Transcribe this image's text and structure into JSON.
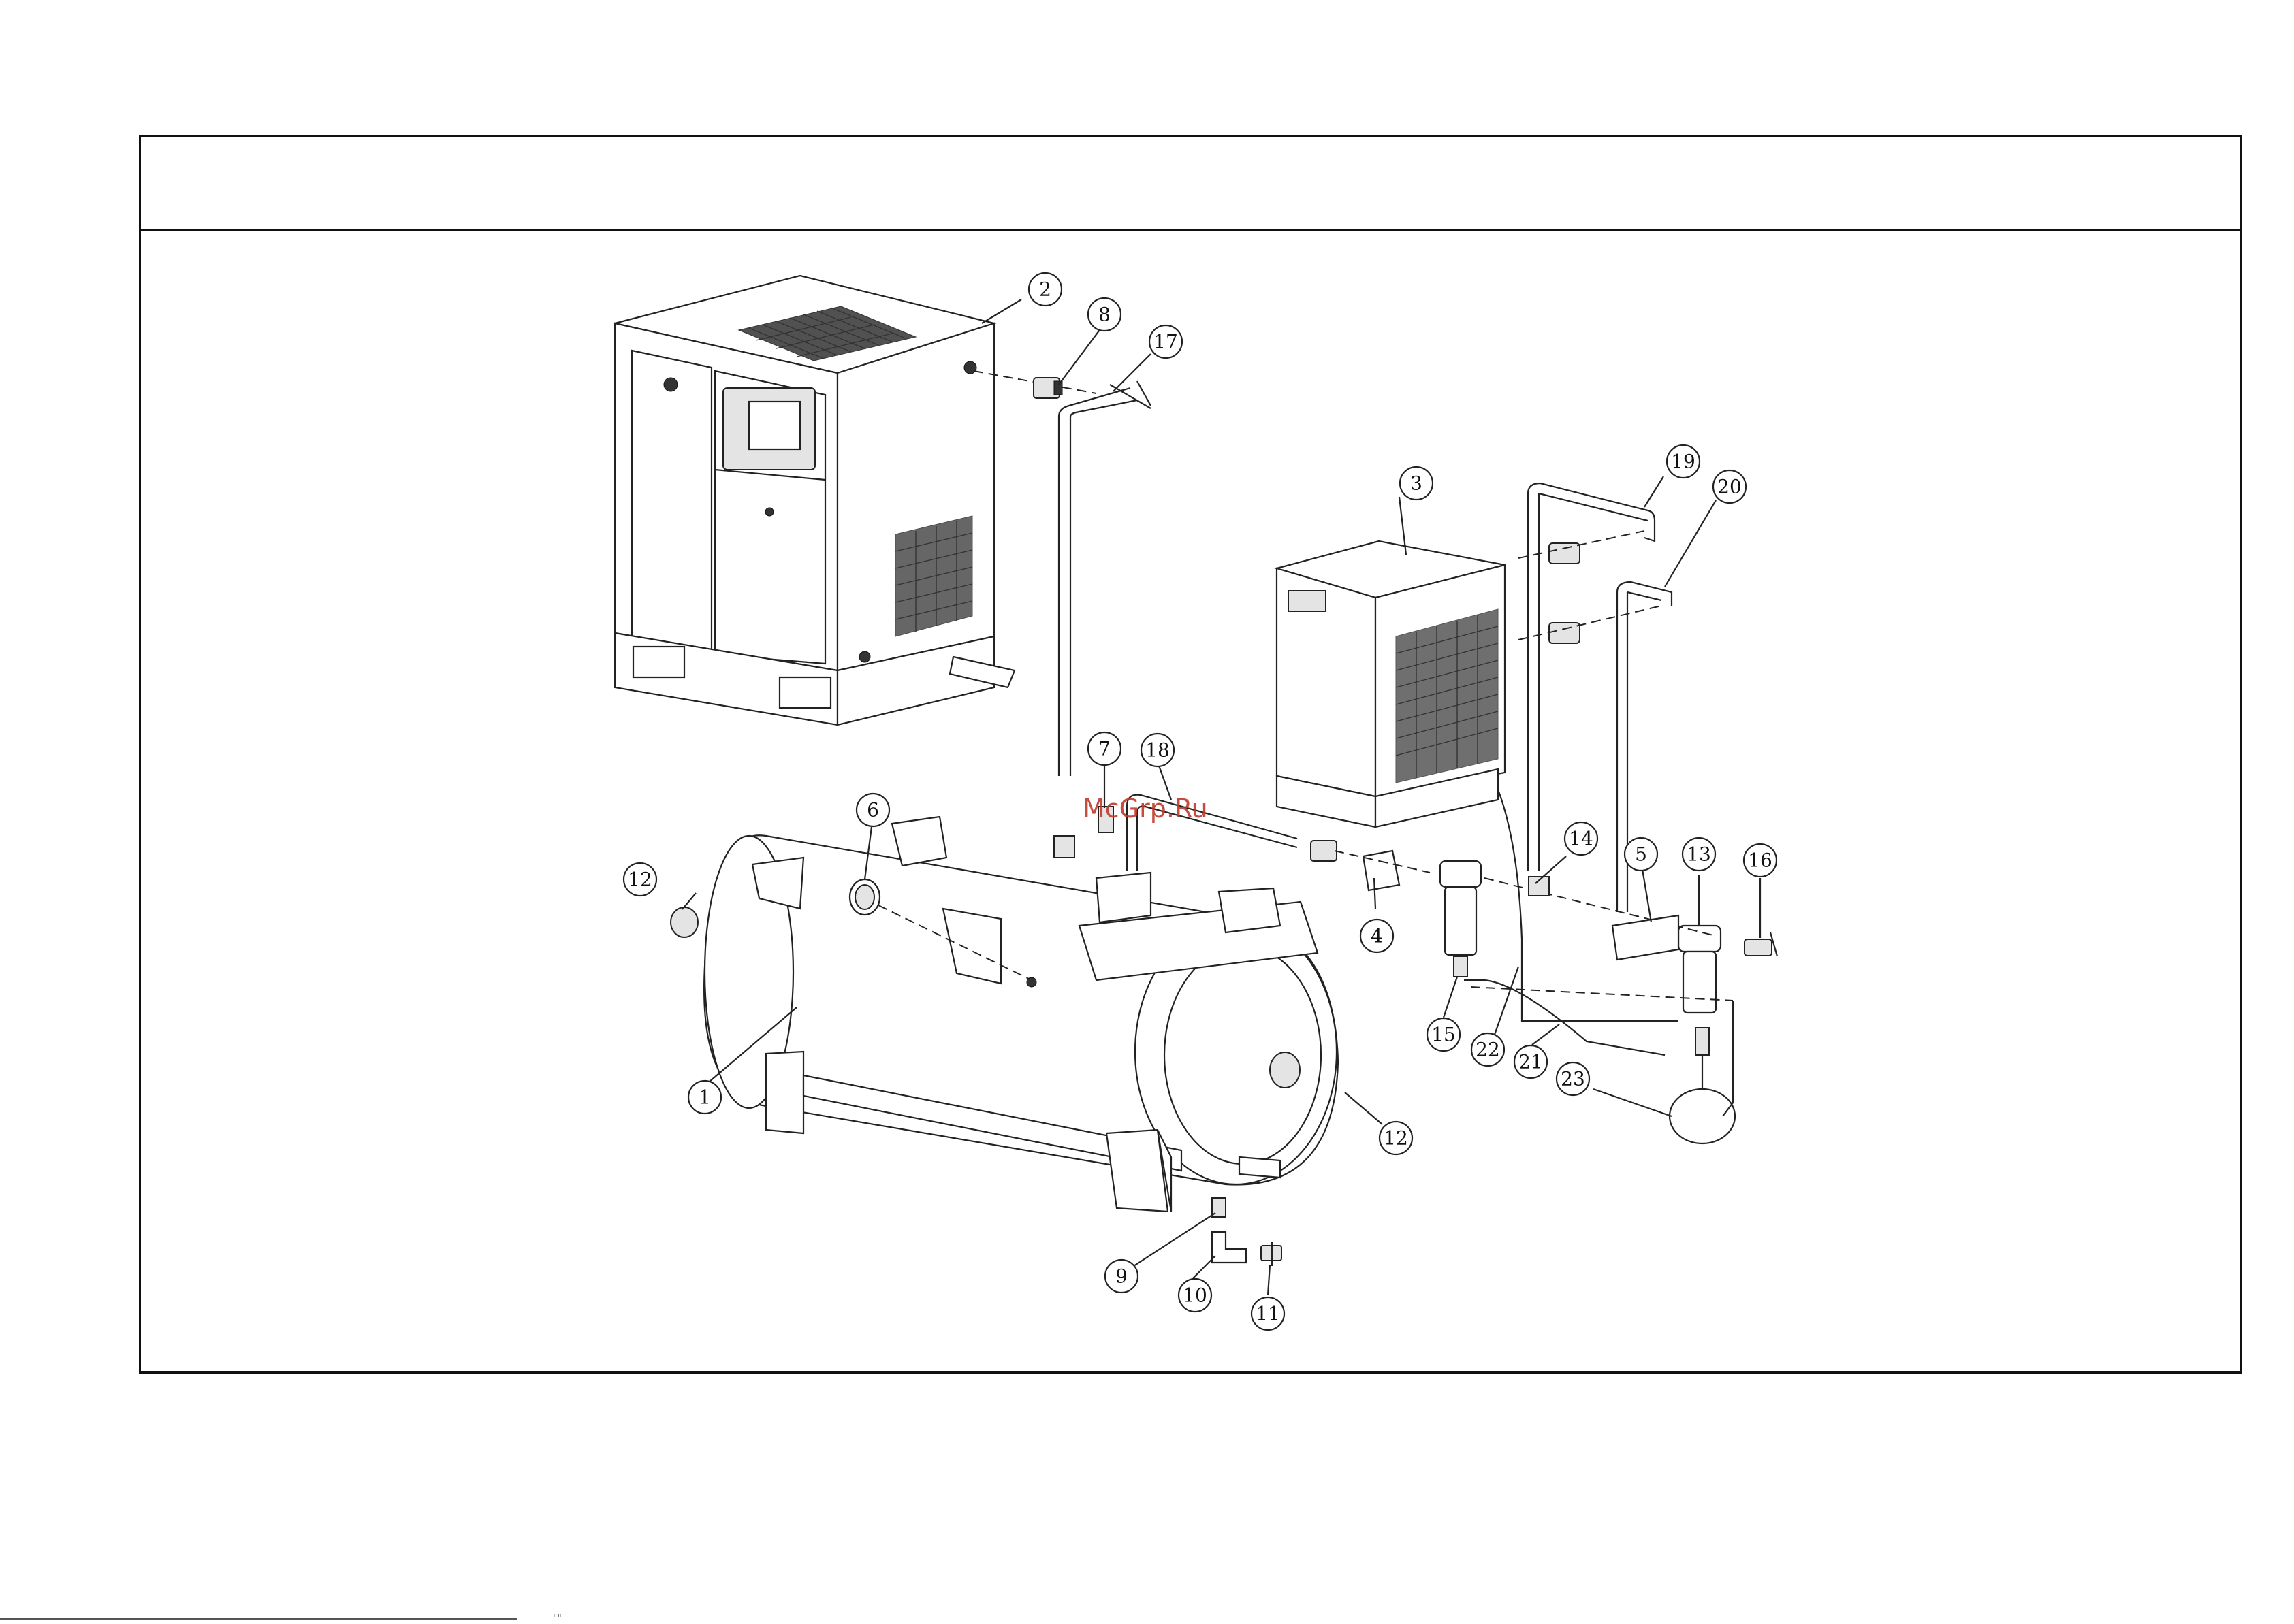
{
  "watermark": "McGrp.Ru",
  "footer_mark": "\"\"",
  "callouts": [
    {
      "id": "c1",
      "label": "1"
    },
    {
      "id": "c2",
      "label": "2"
    },
    {
      "id": "c3",
      "label": "3"
    },
    {
      "id": "c4",
      "label": "4"
    },
    {
      "id": "c5",
      "label": "5"
    },
    {
      "id": "c6",
      "label": "6"
    },
    {
      "id": "c7",
      "label": "7"
    },
    {
      "id": "c8",
      "label": "8"
    },
    {
      "id": "c9",
      "label": "9"
    },
    {
      "id": "c10",
      "label": "10"
    },
    {
      "id": "c11",
      "label": "11"
    },
    {
      "id": "c12a",
      "label": "12"
    },
    {
      "id": "c12b",
      "label": "12"
    },
    {
      "id": "c13",
      "label": "13"
    },
    {
      "id": "c14",
      "label": "14"
    },
    {
      "id": "c15",
      "label": "15"
    },
    {
      "id": "c16",
      "label": "16"
    },
    {
      "id": "c17",
      "label": "17"
    },
    {
      "id": "c18",
      "label": "18"
    },
    {
      "id": "c19",
      "label": "19"
    },
    {
      "id": "c20",
      "label": "20"
    },
    {
      "id": "c21",
      "label": "21"
    },
    {
      "id": "c22",
      "label": "22"
    },
    {
      "id": "c23",
      "label": "23"
    }
  ]
}
